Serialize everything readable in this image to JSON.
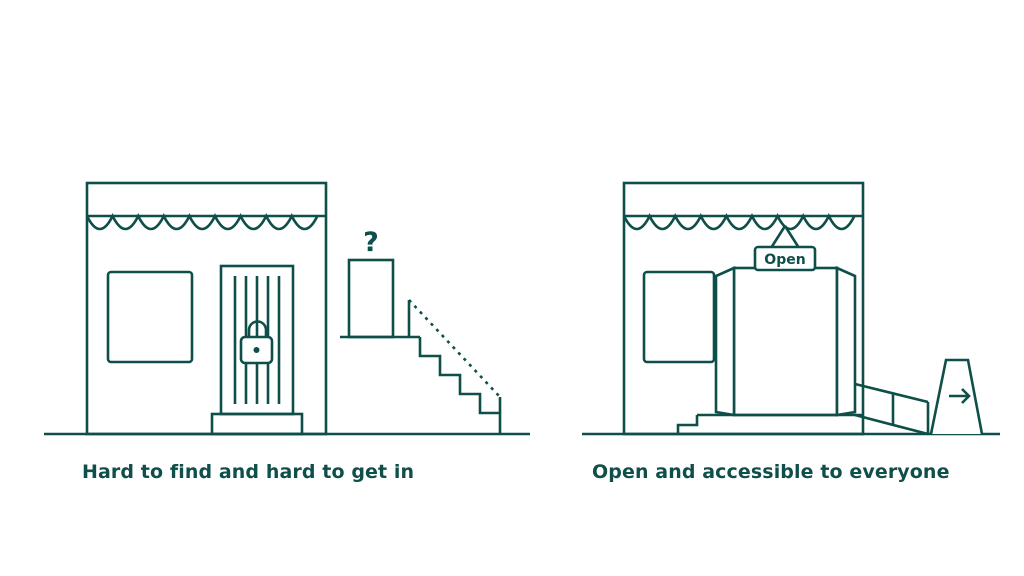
{
  "colors": {
    "ink": "#0f4f4a",
    "background": "#ffffff"
  },
  "left_panel": {
    "caption": "Hard to find and hard to get in",
    "question_mark": "?"
  },
  "right_panel": {
    "caption": "Open and accessible to everyone",
    "sign_text": "Open"
  }
}
